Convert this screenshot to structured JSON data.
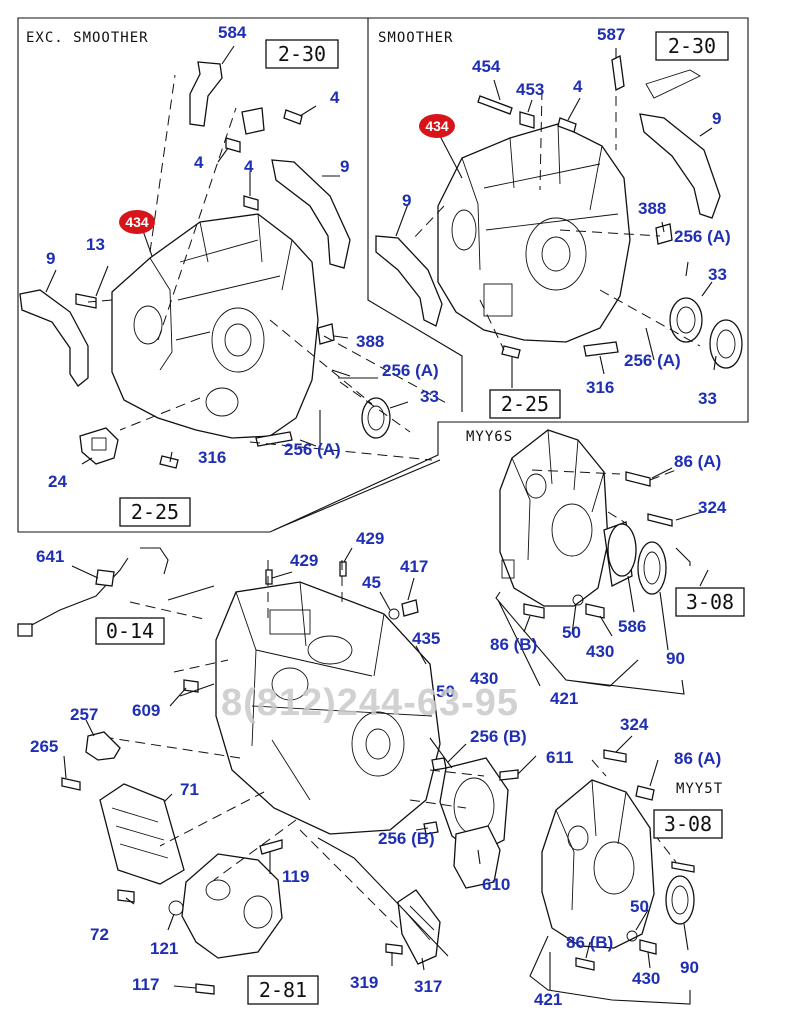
{
  "sections": {
    "exc_smoother": "EXC. SMOOTHER",
    "smoother": "SMOOTHER",
    "myy6s": "MYY6S",
    "myy5t": "MYY5T"
  },
  "highlight_part": "434",
  "watermark": "8(812)244-63-95",
  "colors": {
    "label": "#1f2fb4",
    "highlight": "#d8141b",
    "line": "#111111"
  },
  "refs": {
    "r1": "2-30",
    "r2": "2-25",
    "r3": "2-30",
    "r4": "2-25",
    "r5": "0-14",
    "r6": "3-08",
    "r7": "3-08",
    "r8": "2-81"
  },
  "labels": {
    "a1": "584",
    "a2": "4",
    "a3": "4",
    "a4": "4",
    "a5": "9",
    "a6": "13",
    "a7": "9",
    "a8": "388",
    "a9": "256 (A)",
    "a10": "33",
    "a11": "256 (A)",
    "a12": "316",
    "a13": "24",
    "b1": "587",
    "b2": "454",
    "b3": "453",
    "b4": "4",
    "b5": "9",
    "b6": "9",
    "b7": "388",
    "b8": "256 (A)",
    "b9": "33",
    "b10": "256 (A)",
    "b11": "33",
    "b12": "316",
    "c1": "86 (A)",
    "c2": "324",
    "c3": "586",
    "c4": "90",
    "c5": "50",
    "c6": "430",
    "c7": "86 (B)",
    "c8": "421",
    "d1": "641",
    "d2": "429",
    "d3": "429",
    "d4": "45",
    "d5": "417",
    "d6": "435",
    "d7": "609",
    "d8": "257",
    "d9": "265",
    "d10": "430",
    "d11": "50",
    "d12": "256 (B)",
    "d13": "611",
    "d14": "71",
    "d15": "256 (B)",
    "d16": "610",
    "d17": "72",
    "d18": "119",
    "d19": "121",
    "d20": "117",
    "d21": "319",
    "d22": "317",
    "e1": "324",
    "e2": "86 (A)",
    "e3": "50",
    "e4": "86 (B)",
    "e5": "430",
    "e6": "90",
    "e7": "421"
  }
}
